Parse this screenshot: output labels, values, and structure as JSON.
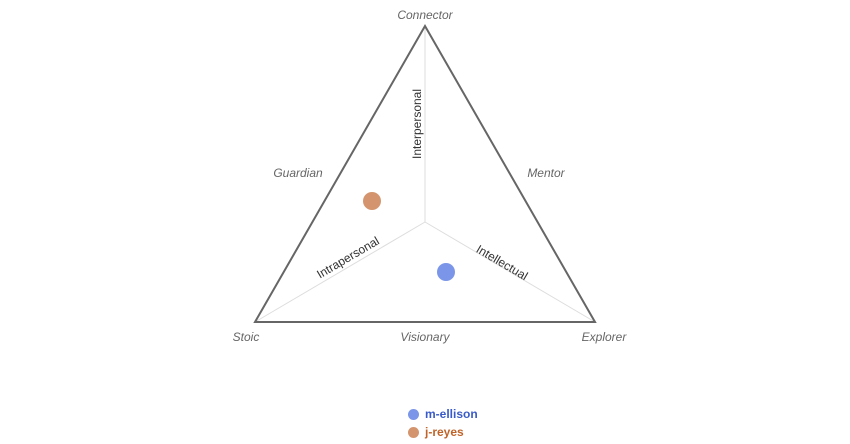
{
  "chart_data": {
    "type": "scatter",
    "subtype": "ternary",
    "vertices": {
      "top": "Connector",
      "bottom_left": "Stoic",
      "bottom_right": "Explorer"
    },
    "edge_labels": {
      "left": "Guardian",
      "right": "Mentor",
      "bottom": "Visionary"
    },
    "axes": [
      {
        "name": "Interpersonal",
        "direction": "to Connector"
      },
      {
        "name": "Intrapersonal",
        "direction": "to Stoic"
      },
      {
        "name": "Intellectual",
        "direction": "to Explorer"
      }
    ],
    "series": [
      {
        "name": "m-ellison",
        "color": "#7b96e8",
        "x": 446,
        "y": 272,
        "approx": {
          "Interpersonal": 0.17,
          "Intrapersonal": 0.38,
          "Intellectual": 0.45
        }
      },
      {
        "name": "j-reyes",
        "color": "#d4956e",
        "x": 372,
        "y": 201,
        "approx": {
          "Interpersonal": 0.42,
          "Intrapersonal": 0.42,
          "Intellectual": 0.16
        }
      }
    ]
  },
  "labels": {
    "connector": "Connector",
    "stoic": "Stoic",
    "explorer": "Explorer",
    "guardian": "Guardian",
    "mentor": "Mentor",
    "visionary": "Visionary",
    "interpersonal": "Interpersonal",
    "intrapersonal": "Intrapersonal",
    "intellectual": "Intellectual"
  },
  "legend": [
    {
      "name": "m-ellison",
      "color": "#7b96e8",
      "text_color": "#3a5bc7"
    },
    {
      "name": "j-reyes",
      "color": "#d4956e",
      "text_color": "#c0642a"
    }
  ]
}
